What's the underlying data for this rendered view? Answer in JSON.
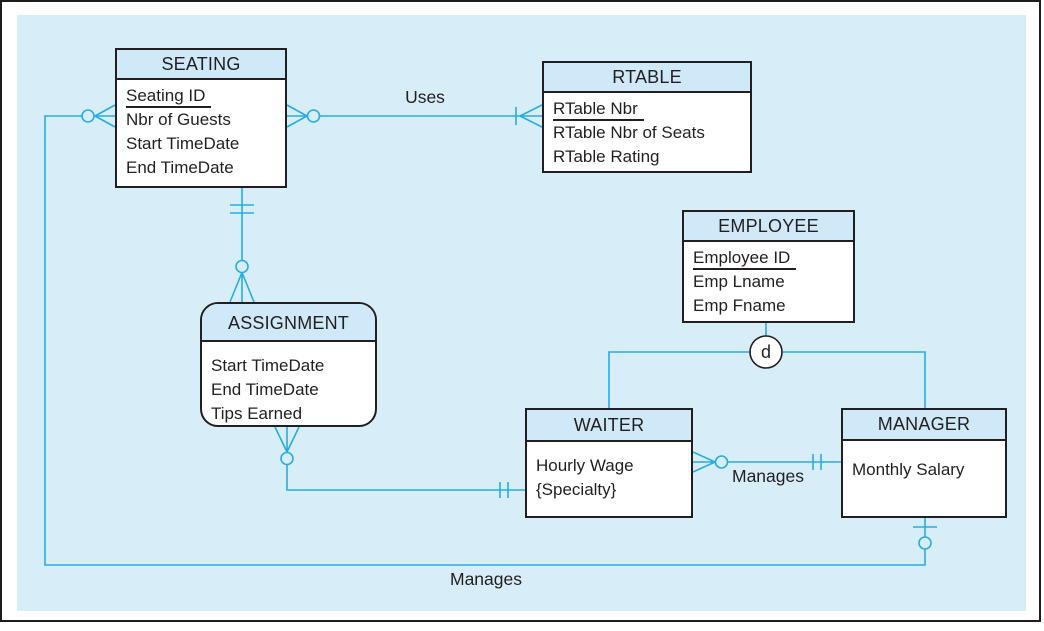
{
  "colors": {
    "line": "#29abe2",
    "panel": "#d7eef9",
    "header": "#cfe9f8",
    "ink": "#231f20",
    "box": "#ffffff"
  },
  "entities": {
    "seating": {
      "name": "SEATING",
      "attributes": [
        "Seating ID",
        "Nbr of Guests",
        "Start TimeDate",
        "End TimeDate"
      ],
      "primary_key": "Seating ID"
    },
    "rtable": {
      "name": "RTABLE",
      "attributes": [
        "RTable Nbr",
        "RTable Nbr of Seats",
        "RTable Rating"
      ],
      "primary_key": "RTable Nbr"
    },
    "employee": {
      "name": "EMPLOYEE",
      "attributes": [
        "Employee ID",
        "Emp Lname",
        "Emp Fname"
      ],
      "primary_key": "Employee ID"
    },
    "assignment": {
      "name": "ASSIGNMENT",
      "attributes": [
        "Start TimeDate",
        "End TimeDate",
        "Tips Earned"
      ],
      "shape": "associative-rounded"
    },
    "waiter": {
      "name": "WAITER",
      "attributes": [
        "Hourly Wage",
        "{Specialty}"
      ]
    },
    "manager": {
      "name": "MANAGER",
      "attributes": [
        "Monthly Salary"
      ]
    }
  },
  "relationships": {
    "uses": {
      "label": "Uses",
      "from": "SEATING",
      "to": "RTABLE"
    },
    "manages_waiter": {
      "label": "Manages",
      "from": "MANAGER",
      "to": "WAITER"
    },
    "manages_seating": {
      "label": "Manages",
      "from": "MANAGER",
      "to": "SEATING"
    }
  },
  "subtype": {
    "label": "d",
    "supertype": "EMPLOYEE",
    "subtypes": [
      "WAITER",
      "MANAGER"
    ]
  }
}
